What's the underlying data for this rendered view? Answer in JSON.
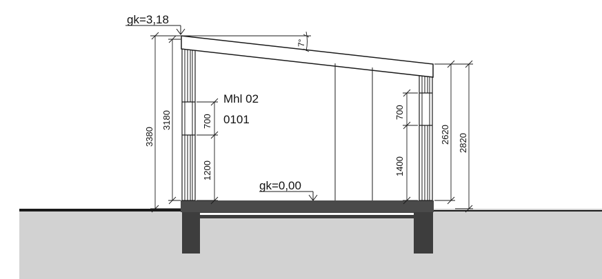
{
  "drawing": {
    "type": "building-section",
    "elevations": {
      "roof_top": "gk=3,18",
      "floor": "gk=0,00"
    },
    "room": {
      "name": "Mhl 02",
      "number": "0101"
    },
    "roof_pitch": "7°",
    "dimensions": {
      "left_outer_total": "3380",
      "left_inner_height": "3180",
      "left_window_height": "700",
      "left_sill_height": "1200",
      "right_window_height": "700",
      "right_sill_height": "1400",
      "right_inner_height": "2620",
      "right_outer_total": "2820"
    },
    "colors": {
      "ground": "#d2d2d2",
      "slab": "#4a4a4a",
      "foundation": "#3d3d3d",
      "lines": "#1a1a1a"
    }
  }
}
